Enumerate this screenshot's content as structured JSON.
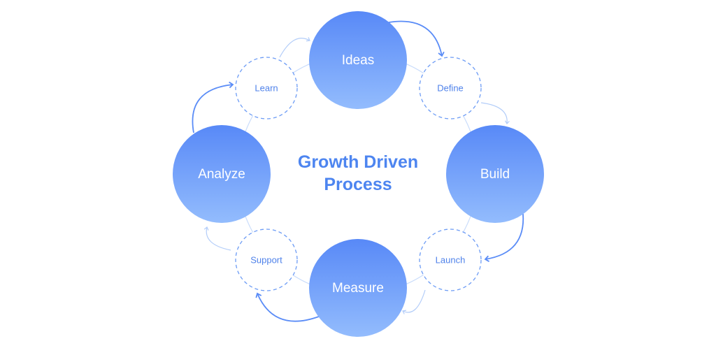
{
  "title": {
    "line1": "Growth Driven",
    "line2": "Process"
  },
  "stages": [
    {
      "label": "Ideas"
    },
    {
      "label": "Build"
    },
    {
      "label": "Measure"
    },
    {
      "label": "Analyze"
    }
  ],
  "substeps": [
    {
      "label": "Define"
    },
    {
      "label": "Launch"
    },
    {
      "label": "Support"
    },
    {
      "label": "Learn"
    }
  ],
  "colors": {
    "primary": "#5a8cf7",
    "light": "#92bbfd",
    "ring": "#c9dcfb",
    "text": "#4d85f0"
  }
}
